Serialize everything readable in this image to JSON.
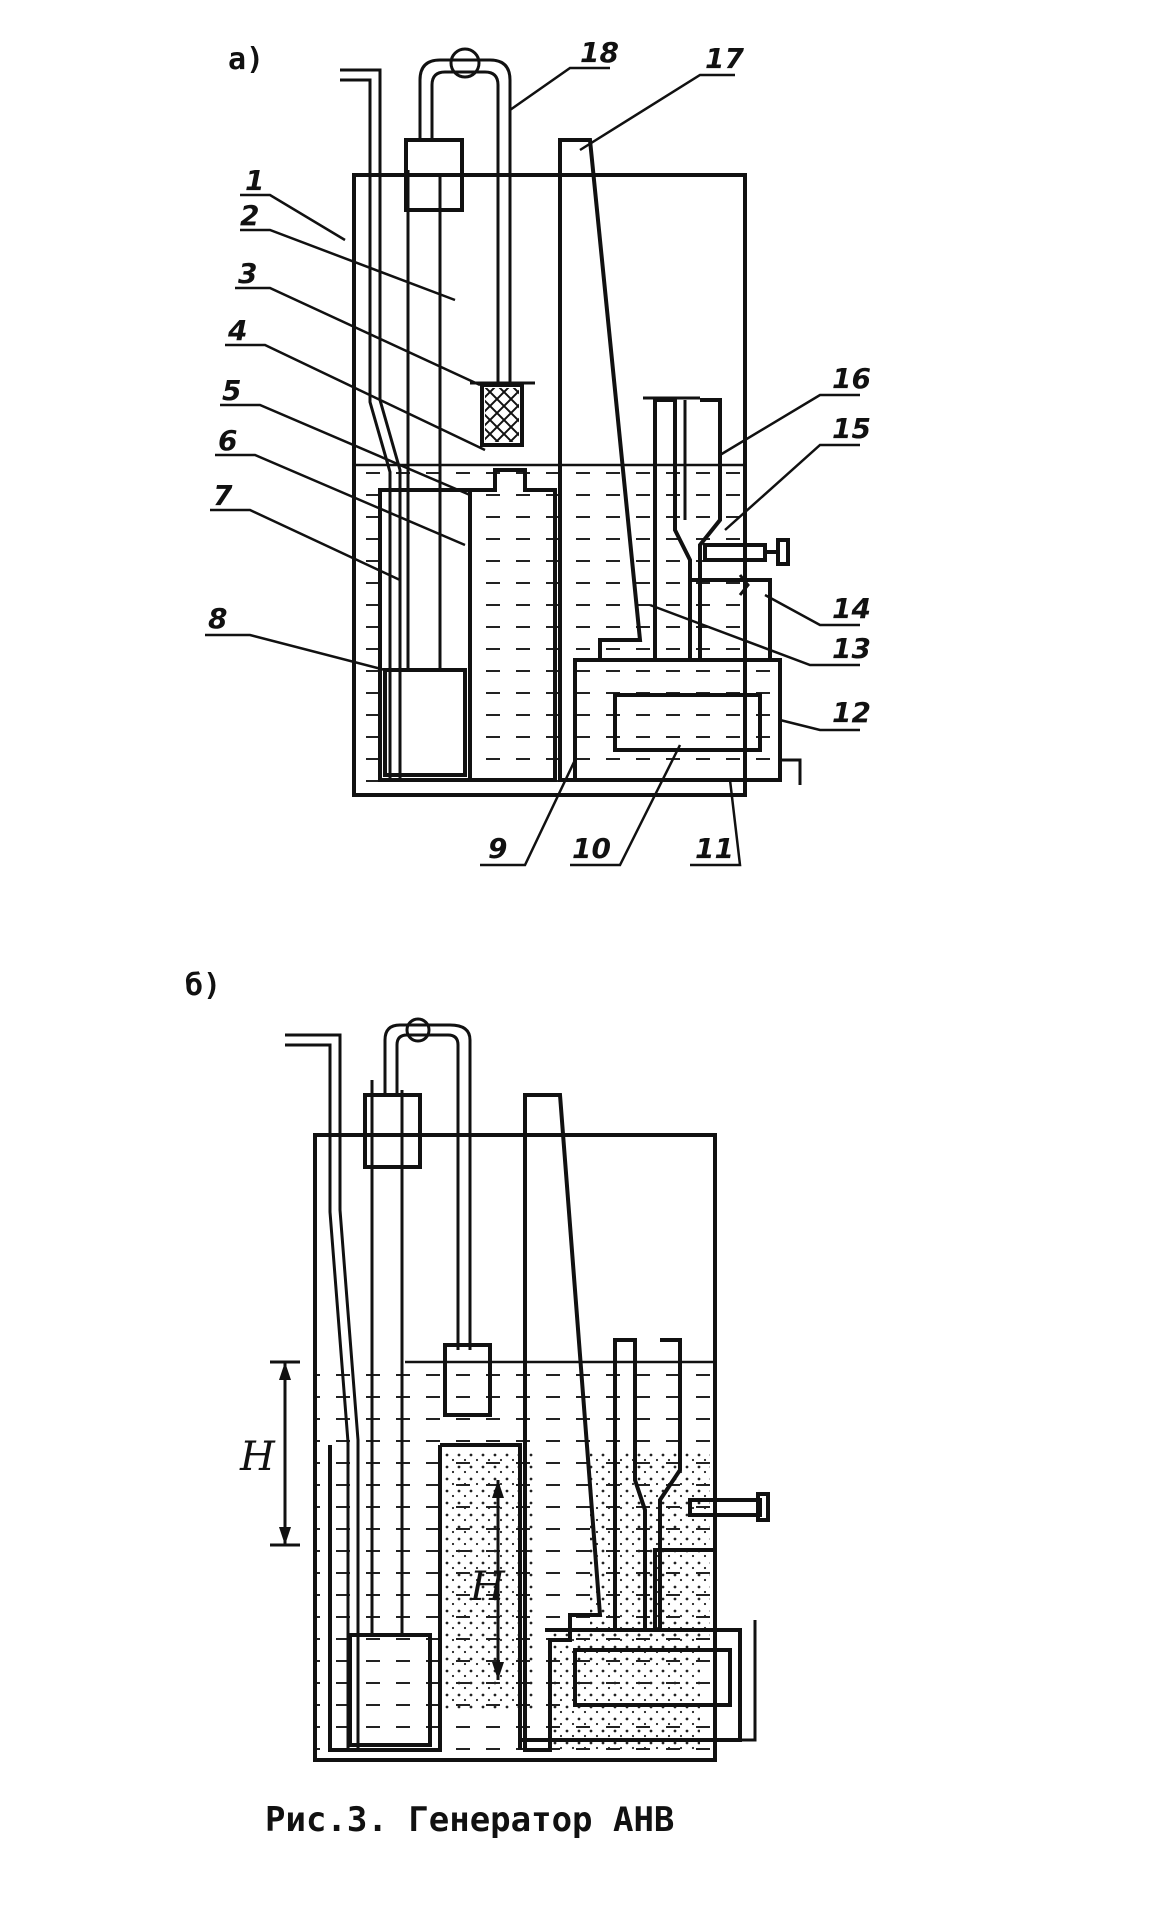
{
  "panels": {
    "a_label": "а)",
    "b_label": "б)"
  },
  "callouts": [
    "1",
    "2",
    "3",
    "4",
    "5",
    "6",
    "7",
    "8",
    "9",
    "10",
    "11",
    "12",
    "13",
    "14",
    "15",
    "16",
    "17",
    "18"
  ],
  "dimension_labels": {
    "outer": "H",
    "inner": "H"
  },
  "caption": "Рис.3. Генератор АНВ"
}
